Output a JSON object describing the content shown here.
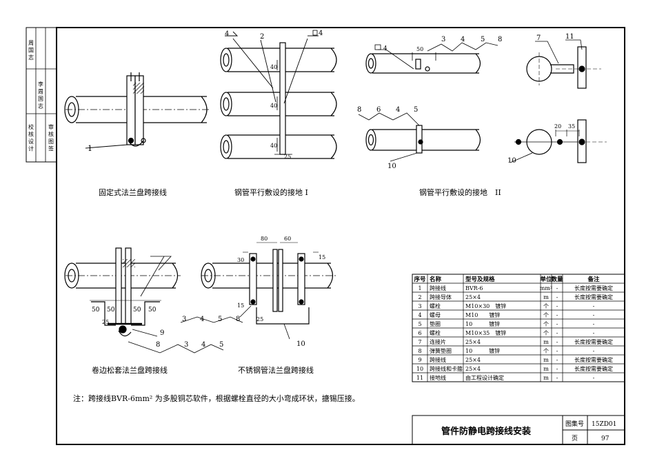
{
  "diagram_titles": {
    "d1": "固定式法兰盘跨接线",
    "d2": "钢管平行敷设的接地 I",
    "d3": "钢管平行敷设的接地　II",
    "d4": "卷边松套法兰盘跨接线",
    "d5": "不锈钢管法兰盘跨接线"
  },
  "note": "注：跨接线BVR-6mm² 为多股铜芯软件，根据螺栓直径的大小弯成环状，搪锡压接。",
  "callouts": {
    "d1": [
      "1"
    ],
    "d2": [
      "4",
      "2",
      "4",
      "40",
      "40",
      "40",
      "25"
    ],
    "d3_top": [
      "4",
      "50",
      "3",
      "4",
      "5",
      "8"
    ],
    "d3_bottom": [
      "8",
      "6",
      "4",
      "5",
      "10"
    ],
    "d3_side": [
      "7",
      "11",
      "20",
      "35",
      "10"
    ],
    "d4": [
      "50",
      "50",
      "50",
      "50",
      "25",
      "9",
      "8",
      "3",
      "4",
      "5"
    ],
    "d5": [
      "80",
      "60",
      "30",
      "15",
      "15",
      "25",
      "3",
      "4",
      "5",
      "8",
      "10"
    ]
  },
  "sidebar": {
    "col1": "校 核 设 计",
    "col2": "李 周 国 志",
    "col3": "审 核 图 签",
    "col4": "周 国 志"
  },
  "table": {
    "headers": [
      "序号",
      "名称",
      "型号及规格",
      "单位",
      "数量",
      "备注"
    ],
    "rows": [
      [
        "1",
        "跨接线",
        "BVR-6",
        "mm²",
        "-",
        "长度按需要确定"
      ],
      [
        "2",
        "跨接导体",
        "25×4",
        "m",
        "-",
        "长度按需要确定"
      ],
      [
        "3",
        "螺栓",
        "M10×30　镀锌",
        "个",
        "-",
        "-"
      ],
      [
        "4",
        "螺母",
        "M10　　镀锌",
        "个",
        "-",
        "-"
      ],
      [
        "5",
        "垫圈",
        "10　　　镀锌",
        "个",
        "-",
        "-"
      ],
      [
        "6",
        "螺栓",
        "M10×35　镀锌",
        "个",
        "-",
        "-"
      ],
      [
        "7",
        "连接片",
        "25×4",
        "m",
        "-",
        "长度按需要确定"
      ],
      [
        "8",
        "弹簧垫圈",
        "10　　　镀锌",
        "个",
        "-",
        "-"
      ],
      [
        "9",
        "跨接线",
        "25×4",
        "m",
        "-",
        "长度按需要确定"
      ],
      [
        "10",
        "跨接线和卡箍",
        "25×4",
        "m",
        "-",
        "长度按需要确定"
      ],
      [
        "11",
        "接地线",
        "由工程设计确定",
        "m",
        "-",
        "-"
      ]
    ]
  },
  "title_block": {
    "title": "管件防静电跨接线安装",
    "atlas_label": "图集号",
    "atlas_value": "15ZD01",
    "page_label": "页",
    "page_value": "97"
  }
}
